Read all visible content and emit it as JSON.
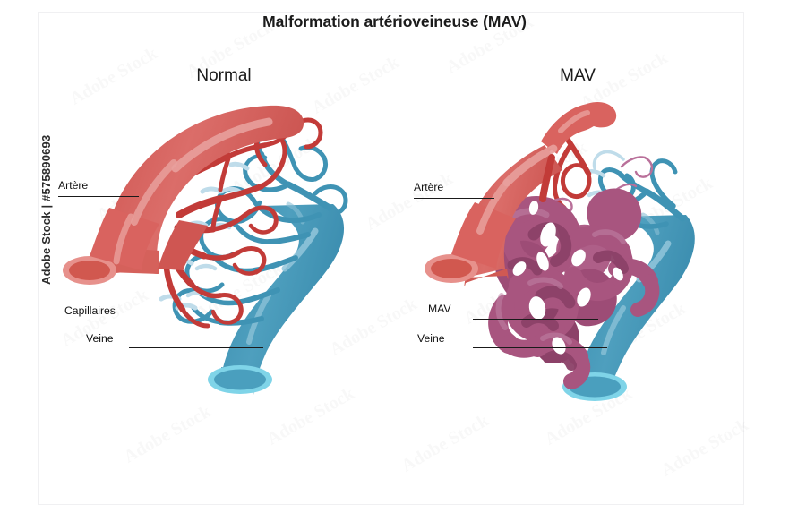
{
  "image": {
    "title": "Malformation artérioveineuse (MAV)",
    "credit": "Adobe Stock | #575890693",
    "watermark_text": "Adobe Stock"
  },
  "panels": [
    {
      "id": "normal",
      "title": "Normal",
      "labels": [
        {
          "name": "artery",
          "text": "Artère"
        },
        {
          "name": "capillaries",
          "text": "Capillaires"
        },
        {
          "name": "vein",
          "text": "Veine"
        }
      ]
    },
    {
      "id": "mav",
      "title": "MAV",
      "labels": [
        {
          "name": "artery",
          "text": "Artère"
        },
        {
          "name": "mav",
          "text": "MAV"
        },
        {
          "name": "vein",
          "text": "Veine"
        }
      ]
    }
  ],
  "colors": {
    "artery_main": "#d9635f",
    "artery_light": "#e28d89",
    "artery_branch": "#c23b38",
    "artery_rim": "#e7918c",
    "artery_lumen": "#d1584f",
    "vein_main": "#3f93b4",
    "vein_light": "#69b2cc",
    "vein_rim": "#7fd4e8",
    "vein_lumen": "#4a9fbe",
    "capillary_pale": "#bfdcea",
    "mav_main": "#a8557f",
    "mav_dark": "#8c4168",
    "mav_light": "#b9709a",
    "text": "#111111",
    "background": "#ffffff"
  }
}
